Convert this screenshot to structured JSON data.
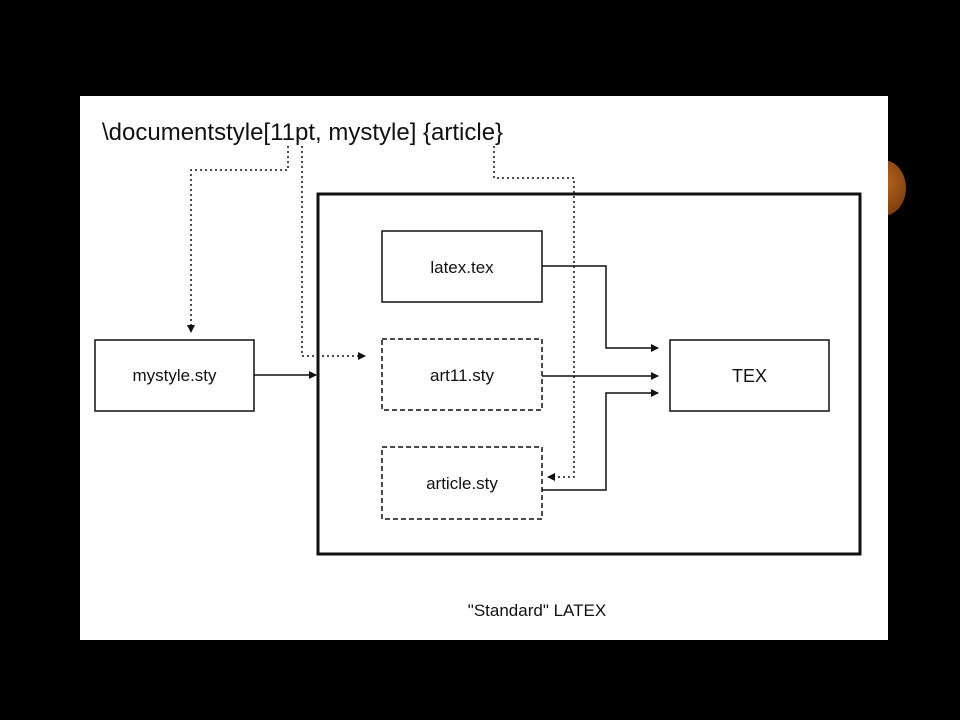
{
  "diagram": {
    "code_line": "\\documentstyle[11pt, mystyle] {article}",
    "nodes": {
      "mystyle": "mystyle.sty",
      "latex_tex": "latex.tex",
      "art11": "art11.sty",
      "article": "article.sty",
      "tex": "TEX"
    },
    "caption": "\"Standard\" LATEX"
  }
}
